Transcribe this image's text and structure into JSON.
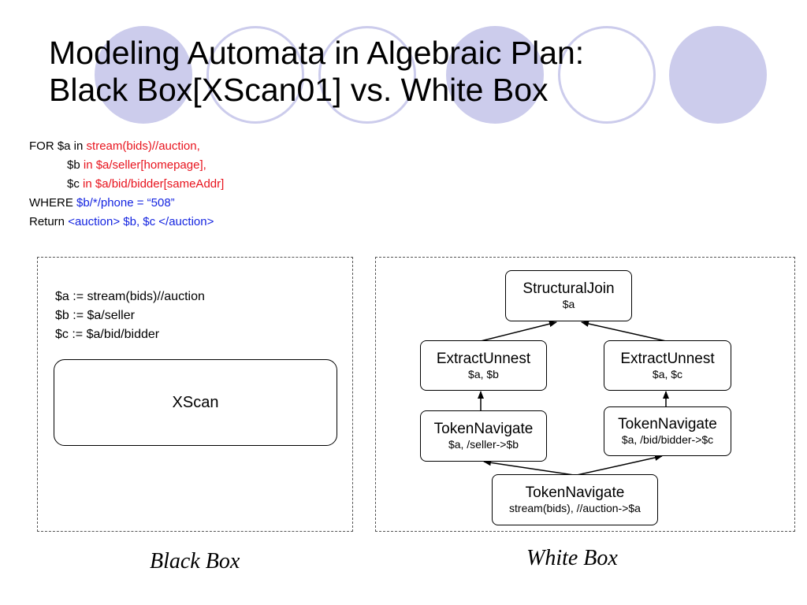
{
  "slide": {
    "title_line1": "Modeling Automata in Algebraic Plan:",
    "title_line2": "Black Box[XScan01] vs. White Box"
  },
  "query": {
    "l1_kw": "FOR $a in ",
    "l1_expr": "stream(bids)//auction,",
    "l2_kw": "$b",
    "l2_expr": " in $a/seller[homepage],",
    "l3_kw": "$c",
    "l3_expr": " in $a/bid/bidder[sameAddr]",
    "l4_kw": "WHERE ",
    "l4_expr": "$b/*/phone = “508”",
    "l5_kw": "Return ",
    "l5_expr": "<auction> $b, $c </auction>"
  },
  "black_box": {
    "assign_a": "$a := stream(bids)//auction",
    "assign_b": "$b := $a/seller",
    "assign_c": "$c := $a/bid/bidder",
    "operator": "XScan",
    "caption": "Black Box"
  },
  "white_box": {
    "caption": "White Box",
    "nodes": {
      "join": {
        "name": "StructuralJoin",
        "args": "$a"
      },
      "extract_b": {
        "name": "ExtractUnnest",
        "args": "$a, $b"
      },
      "extract_c": {
        "name": "ExtractUnnest",
        "args": "$a, $c"
      },
      "nav_b": {
        "name": "TokenNavigate",
        "args": "$a, /seller->$b"
      },
      "nav_c": {
        "name": "TokenNavigate",
        "args": "$a, /bid/bidder->$c"
      },
      "nav_a": {
        "name": "TokenNavigate",
        "args": "stream(bids), //auction->$a"
      }
    }
  },
  "colors": {
    "circle": "#ccccec",
    "query_red": "#e8141e",
    "query_blue": "#1424e0"
  }
}
